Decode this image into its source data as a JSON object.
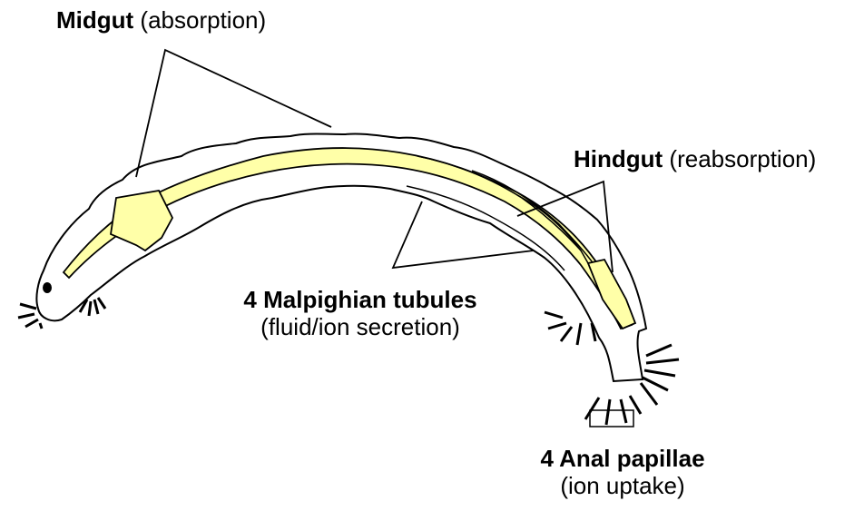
{
  "labels": {
    "midgut": {
      "name": "Midgut",
      "function": "(absorption)"
    },
    "hindgut": {
      "name": "Hindgut",
      "function": "(reabsorption)"
    },
    "malpighian": {
      "name": "4 Malpighian tubules",
      "function": "(fluid/ion secretion)"
    },
    "anal": {
      "name": "4 Anal papillae",
      "function": "(ion uptake)"
    }
  },
  "colors": {
    "gut_fill": "#ffffa8",
    "body_fill": "#ffffff",
    "outline": "#000000"
  }
}
